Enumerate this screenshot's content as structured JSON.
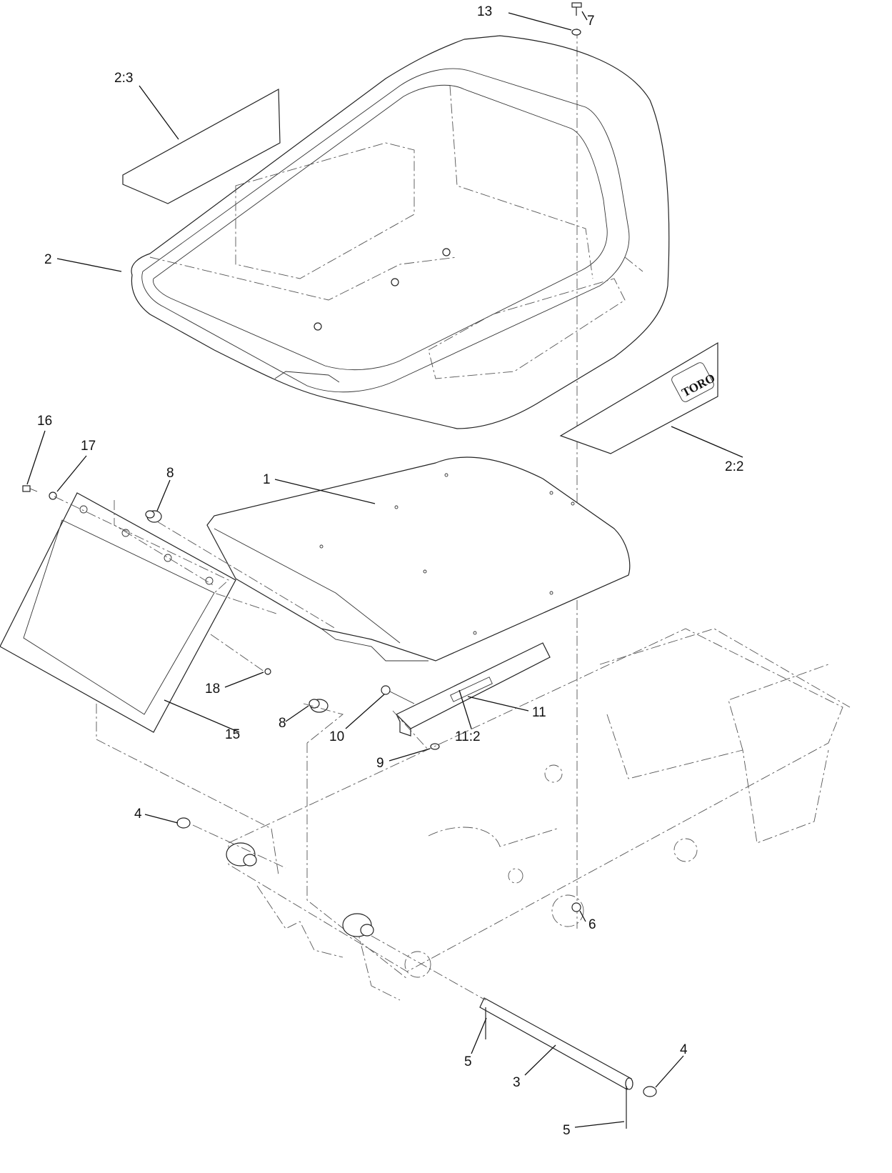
{
  "callouts": [
    {
      "id": "c13",
      "label": "13"
    },
    {
      "id": "c7",
      "label": "7"
    },
    {
      "id": "c2-3",
      "label": "2:3"
    },
    {
      "id": "c2",
      "label": "2"
    },
    {
      "id": "c2-2",
      "label": "2:2"
    },
    {
      "id": "c16",
      "label": "16"
    },
    {
      "id": "c17",
      "label": "17"
    },
    {
      "id": "c8a",
      "label": "8"
    },
    {
      "id": "c1",
      "label": "1"
    },
    {
      "id": "c18",
      "label": "18"
    },
    {
      "id": "c15",
      "label": "15"
    },
    {
      "id": "c8b",
      "label": "8"
    },
    {
      "id": "c10",
      "label": "10"
    },
    {
      "id": "c11",
      "label": "11"
    },
    {
      "id": "c11-2",
      "label": "11:2"
    },
    {
      "id": "c9",
      "label": "9"
    },
    {
      "id": "c4a",
      "label": "4"
    },
    {
      "id": "c6",
      "label": "6"
    },
    {
      "id": "c4b",
      "label": "4"
    },
    {
      "id": "c5a",
      "label": "5"
    },
    {
      "id": "c3",
      "label": "3"
    },
    {
      "id": "c5b",
      "label": "5"
    }
  ],
  "decal_text": "TORO"
}
